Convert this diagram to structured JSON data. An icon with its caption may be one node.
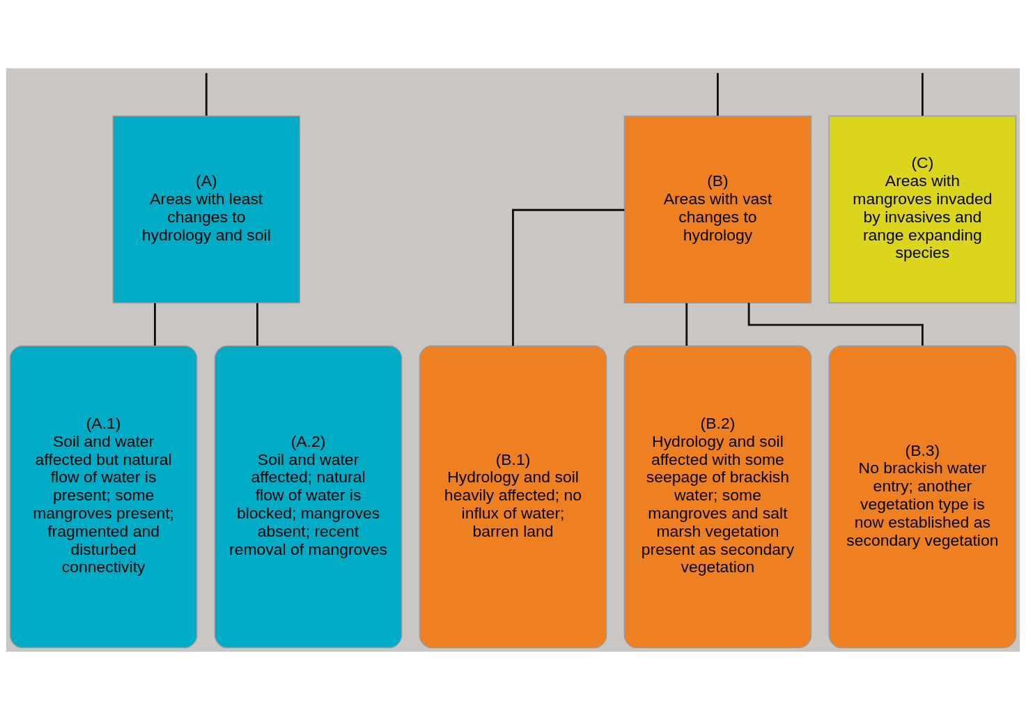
{
  "diagram": {
    "nodes": [
      {
        "text": [
          "(A)",
          "Areas with least changes to hydrology and soil"
        ]
      },
      {
        "text": [
          "(B)",
          "Areas with vast changes to hydrology"
        ]
      },
      {
        "text": [
          "(C)",
          "Areas with mangroves invaded by invasives and range expanding species"
        ]
      },
      {
        "text": [
          "(A.1)",
          "Soil and water affected but natural flow of water is present; some mangroves present; fragmented and disturbed connectivity"
        ]
      },
      {
        "text": [
          "(A.2)",
          "Soil and water affected; natural flow of water is blocked; mangroves absent; recent removal of mangroves"
        ]
      },
      {
        "text": [
          "(B.1)",
          "Hydrology and soil heavily affected; no influx of water; barren land"
        ]
      },
      {
        "text": [
          "(B.2)",
          "Hydrology and soil affected with some seepage of brackish water; some mangroves and salt marsh vegetation present as secondary vegetation"
        ]
      },
      {
        "text": [
          "(B.3)",
          "No brackish water entry; another vegetation type is now established as secondary vegetation"
        ]
      }
    ],
    "edges": [
      {
        "from": null,
        "to": 0,
        "arrow": "none"
      },
      {
        "from": null,
        "to": 1,
        "arrow": "none"
      },
      {
        "from": null,
        "to": 2,
        "arrow": "none"
      },
      {
        "from": 0,
        "to": 3,
        "arrow": "none"
      },
      {
        "from": 0,
        "to": 4,
        "arrow": "none"
      },
      {
        "from": 1,
        "to": 5,
        "arrow": "none"
      },
      {
        "from": 1,
        "to": 6,
        "arrow": "none"
      },
      {
        "from": 1,
        "to": 7,
        "arrow": "none"
      }
    ]
  }
}
